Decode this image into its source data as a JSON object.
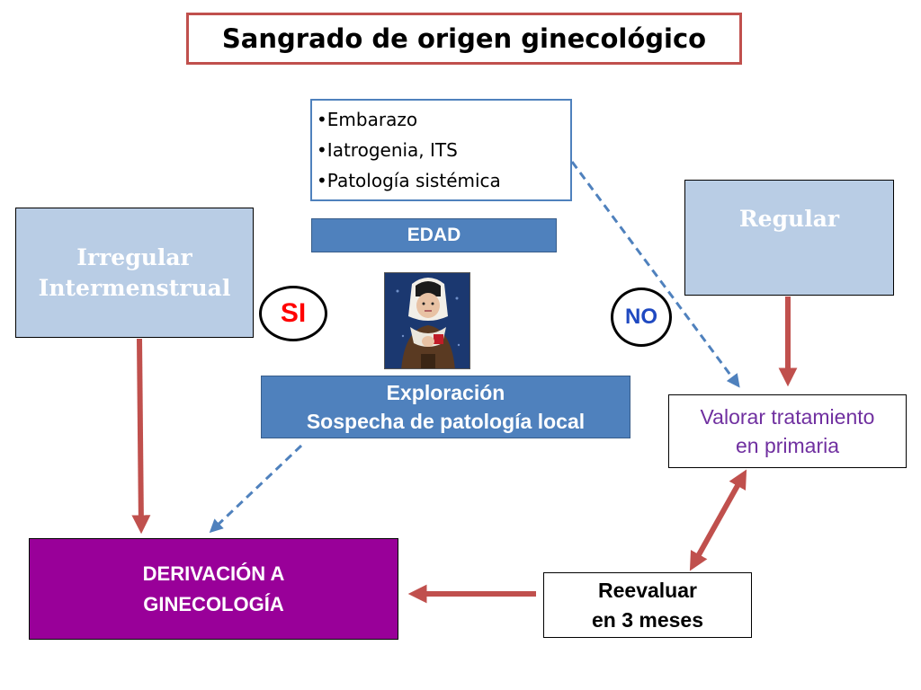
{
  "title": "Sangrado de origen ginecológico",
  "causes": {
    "items": [
      "•Embarazo",
      "•Iatrogenia, ITS",
      "•Patología sistémica"
    ]
  },
  "edad": "EDAD",
  "irregular": {
    "line1": "Irregular",
    "line2": "Intermenstrual"
  },
  "regular": "Regular",
  "si": "SI",
  "no": "NO",
  "exploracion": {
    "line1": "Exploración",
    "line2": "Sospecha de patología local"
  },
  "valorar": {
    "line1": "Valorar tratamiento",
    "line2": "en primaria"
  },
  "derivacion": {
    "line1": "DERIVACIÓN A",
    "line2": "GINECOLOGÍA"
  },
  "reevaluar": {
    "line1": "Reevaluar",
    "line2": "en 3 meses"
  },
  "colors": {
    "title_border": "#c0504d",
    "blue_box": "#4f81bd",
    "light_blue_box": "#b9cde5",
    "derivation_box": "#990099",
    "valorar_text": "#7030a0",
    "solid_arrow": "#c0504d",
    "dashed_arrow": "#4f81bd",
    "si_text": "#ff0000",
    "no_text": "#1f49c1"
  }
}
